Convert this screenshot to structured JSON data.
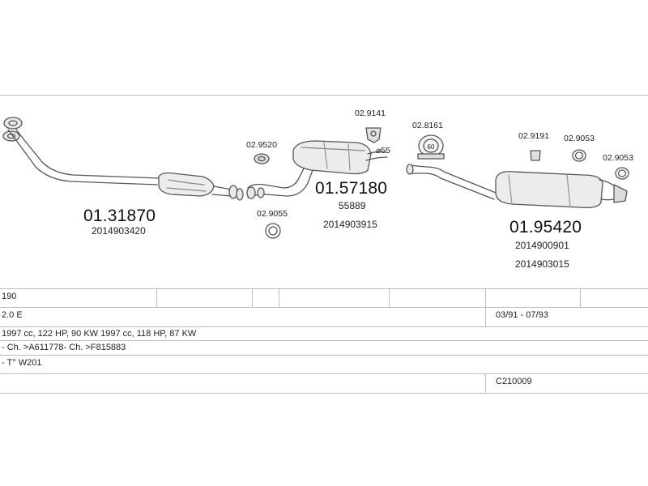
{
  "parts": {
    "p1": {
      "number": "01.31870",
      "ref": "2014903420"
    },
    "p2": {
      "number": "01.57180",
      "ref1": "55889",
      "ref2": "2014903915"
    },
    "p3": {
      "number": "01.95420",
      "ref1": "2014900901",
      "ref2": "2014903015"
    }
  },
  "callouts": {
    "c_9520": "02.9520",
    "c_9141": "02.9141",
    "c_8161": "02.8161",
    "c_9191": "02.9191",
    "c_9053a": "02.9053",
    "c_9053b": "02.9053",
    "c_9055": "02.9055",
    "diameter": "⌀55",
    "clamp_size": "60"
  },
  "table": {
    "model": "190",
    "engine": "2.0 E",
    "years": "03/91 - 07/93",
    "specs": "1997 cc, 122 HP, 90 KW 1997 cc, 118 HP, 87 KW",
    "chassis": "- Ch. >A611778- Ch. >F815883",
    "type": "- T° W201",
    "code": "C210009"
  }
}
